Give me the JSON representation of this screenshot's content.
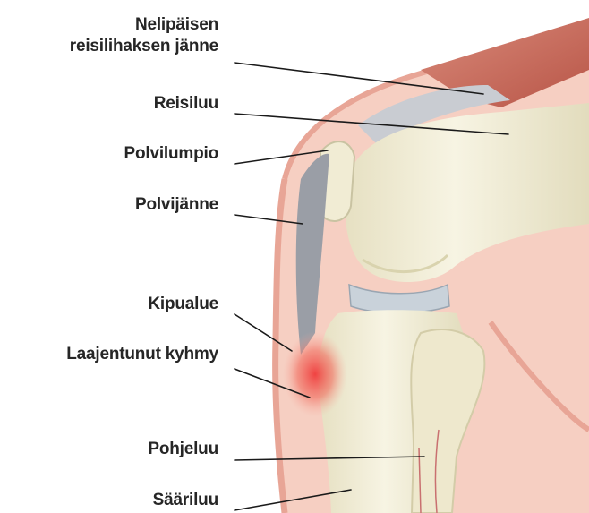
{
  "labels": {
    "quad_tendon_line1": "Nelipäisen",
    "quad_tendon_line2": "reisilihaksen jänne",
    "femur": "Reisiluu",
    "patella": "Polvilumpio",
    "patellar_tendon": "Polvijänne",
    "pain_area": "Kipualue",
    "enlarged_bump": "Laajentunut kyhmy",
    "fibula": "Pohjeluu",
    "tibia": "Sääriluu"
  },
  "colors": {
    "skin": "#f6cfc2",
    "skin_edge": "#e8a596",
    "bone": "#f3efd9",
    "bone_shade": "#d9d3ae",
    "muscle": "#c9695b",
    "tendon": "#9a9ea6",
    "cartilage": "#c9d2da",
    "pain": "#ef4a4a",
    "leader_line": "#1a1a1a",
    "label_text": "#262626"
  }
}
